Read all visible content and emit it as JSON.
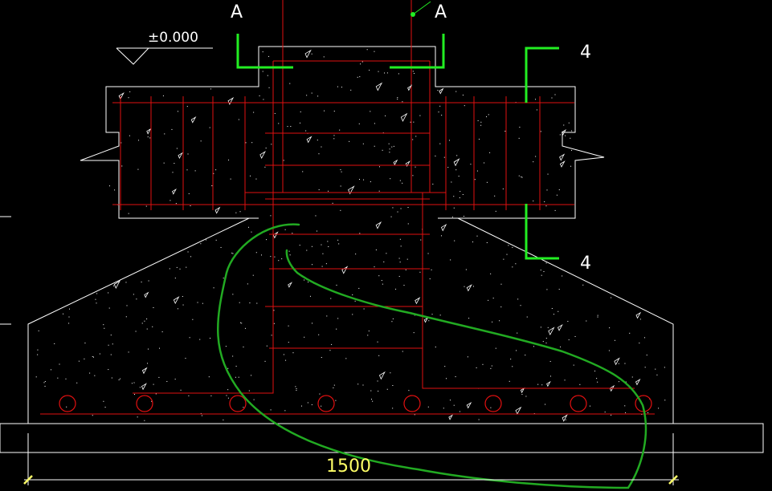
{
  "drawing": {
    "elevation_label": "±0.000",
    "section_a_left": "A",
    "section_a_right": "A",
    "section_4_top": "4",
    "section_4_bottom": "4",
    "dimension_width": "1500"
  },
  "colors": {
    "background": "#000000",
    "outline": "#ffffff",
    "rebar": "#e01010",
    "section_marker": "#22ee22",
    "freehand_mark": "#22aa22",
    "dimension": "#ffff66"
  }
}
